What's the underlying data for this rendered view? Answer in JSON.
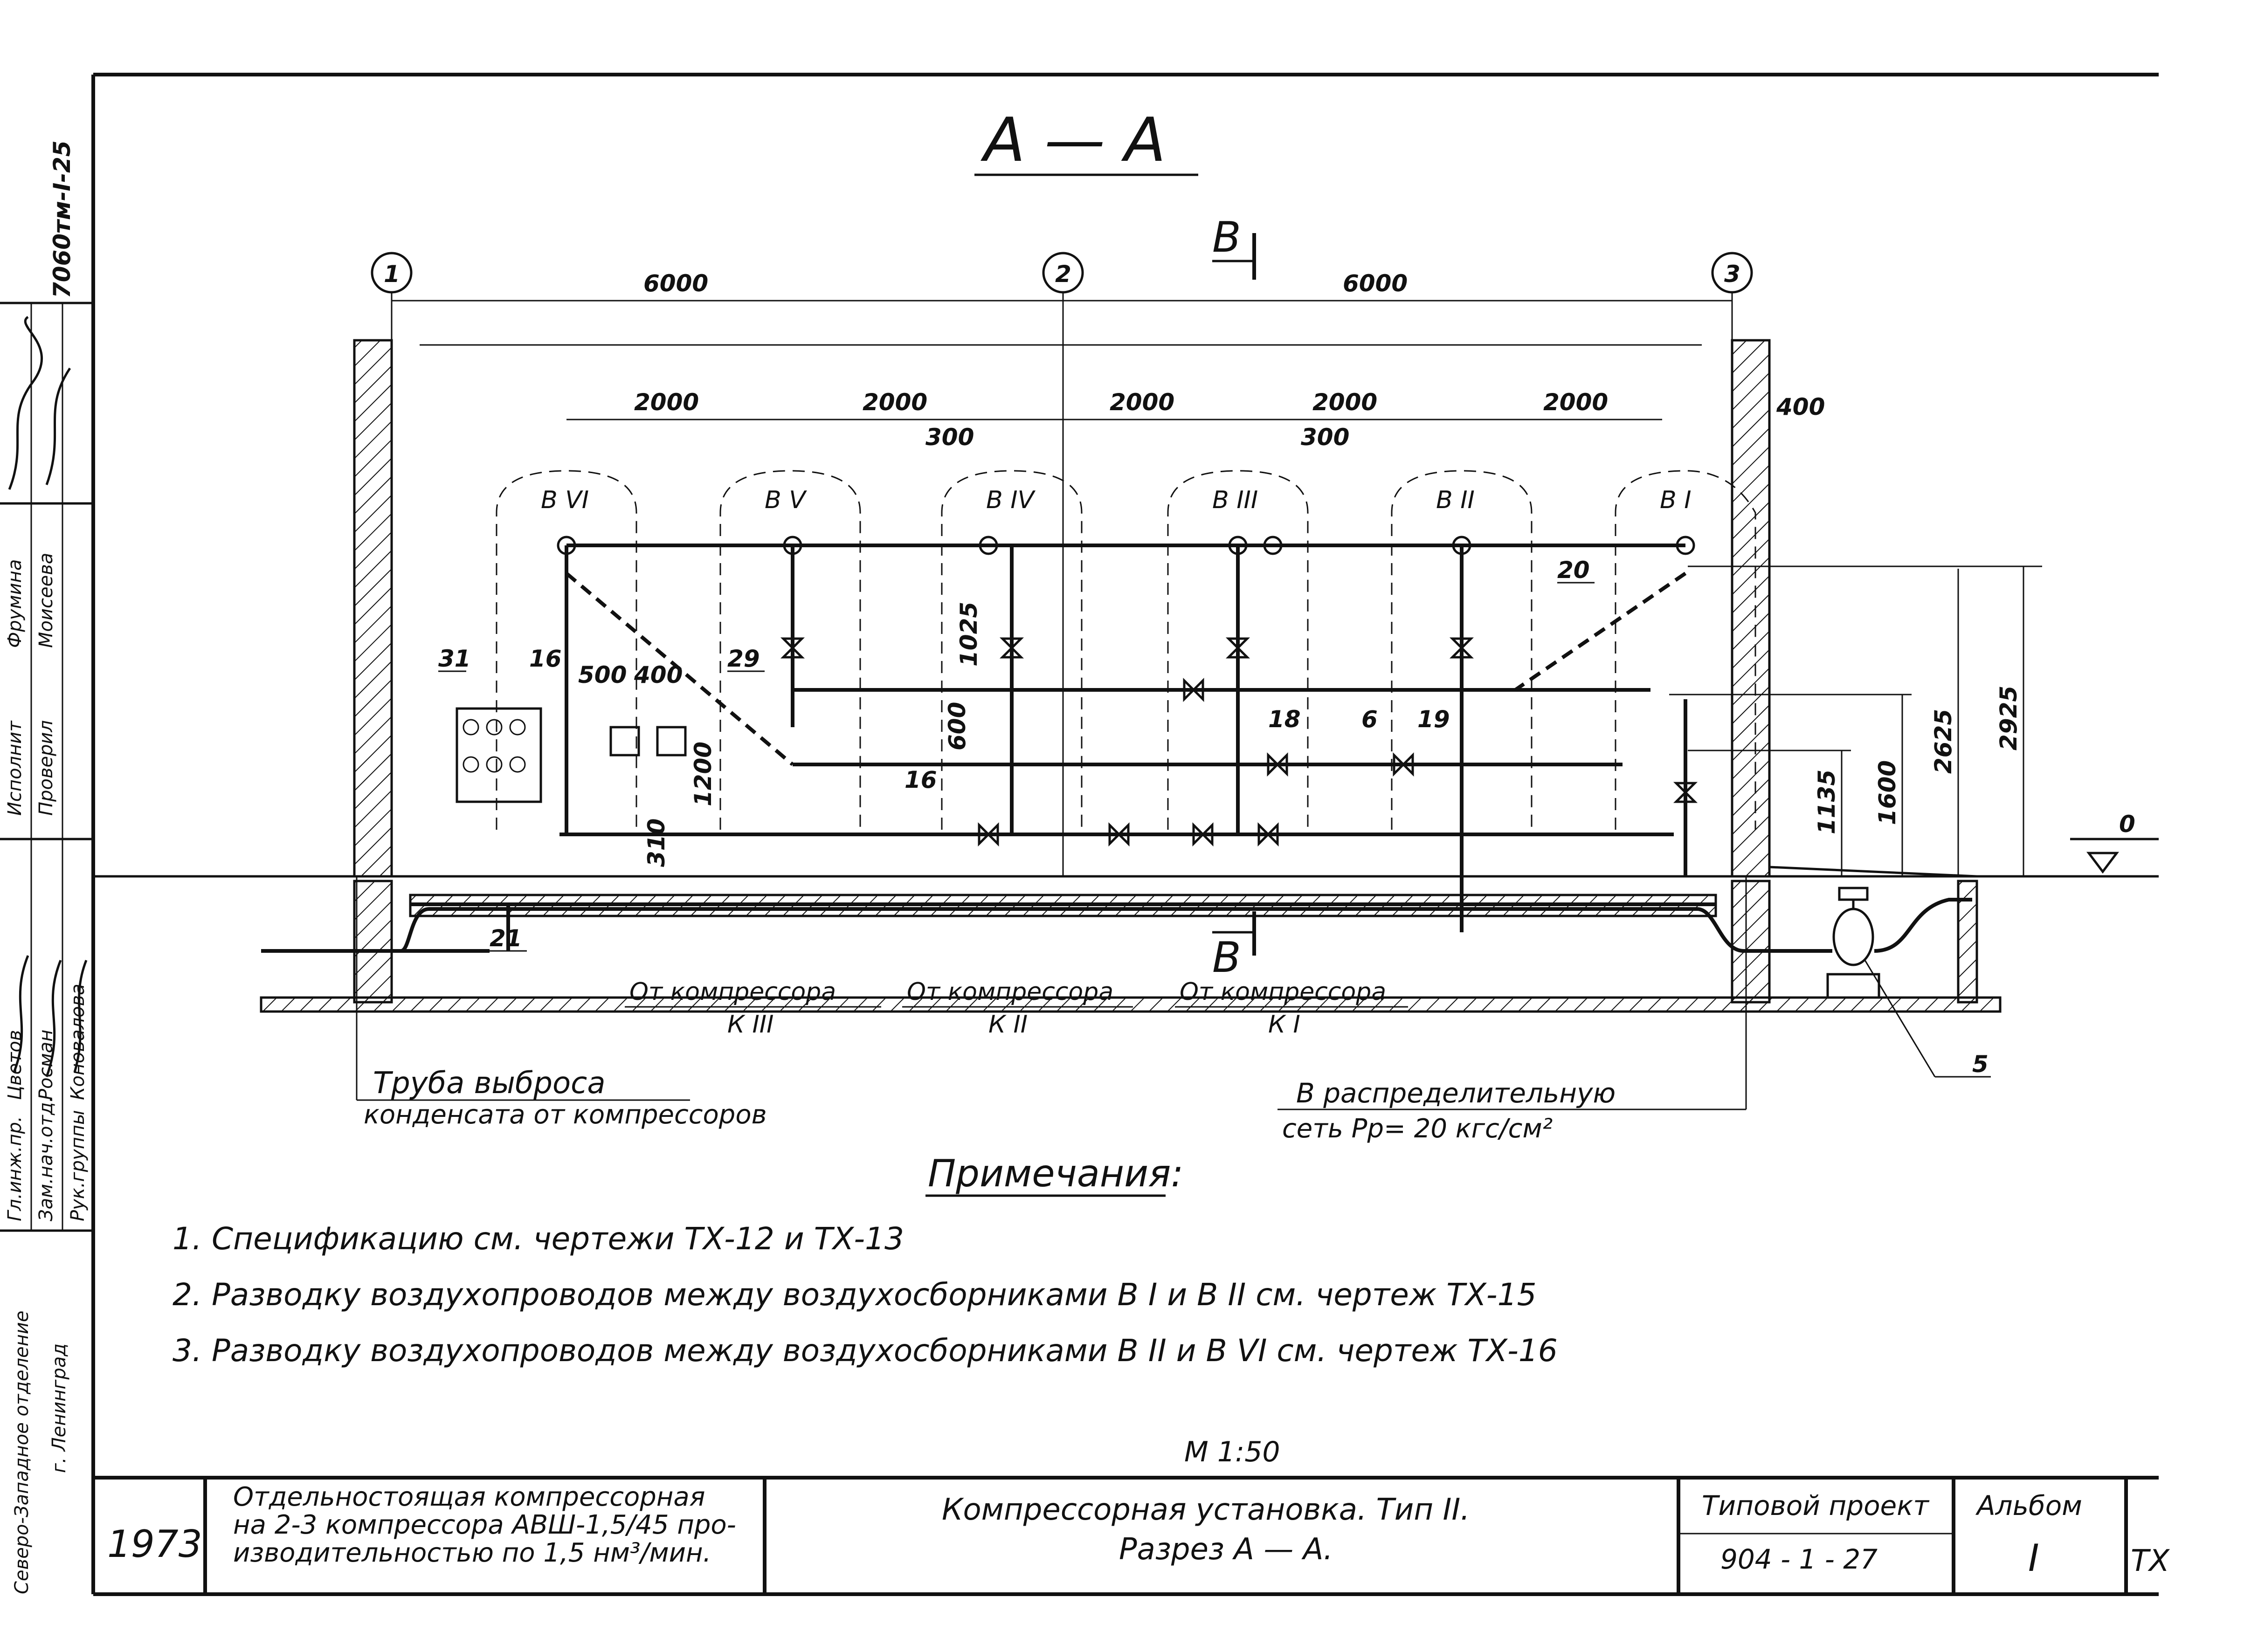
{
  "stamp": {
    "doc_code": "7060тм-I-25",
    "roles": [
      {
        "role": "Исполнит",
        "name": "Фрумина"
      },
      {
        "role": "Проверил",
        "name": "Моисеева"
      },
      {
        "role": "Гл.инж.пр.",
        "name": "Цветов"
      },
      {
        "role": "Зам.нач.отд.",
        "name": "Росман"
      },
      {
        "role": "Рук.группы",
        "name": "Коновалова"
      }
    ],
    "org": "Северо-Западное отделение",
    "city": "г. Ленинград"
  },
  "drawing": {
    "title": "А — А",
    "section_mark": "В",
    "axes": [
      "1",
      "2",
      "3"
    ],
    "spans": [
      "6000",
      "6000"
    ],
    "sub_spans": [
      "2000",
      "2000",
      "2000",
      "2000",
      "2000"
    ],
    "dims_small": [
      "300",
      "300",
      "400",
      "500",
      "400",
      "1025",
      "600",
      "1200",
      "310"
    ],
    "heights": [
      "1135",
      "1600",
      "2625",
      "2925"
    ],
    "level_mark": "0",
    "vessels": [
      "В VI",
      "В V",
      "В IV",
      "В III",
      "В II",
      "В I"
    ],
    "callouts": [
      "31",
      "16",
      "29",
      "20",
      "18",
      "6",
      "19",
      "16",
      "21",
      "5"
    ],
    "compressors": [
      {
        "label": "От компрессора",
        "id": "К III"
      },
      {
        "label": "От компрессора",
        "id": "К II"
      },
      {
        "label": "От компрессора",
        "id": "К I"
      }
    ],
    "drain_title": "Труба выброса",
    "drain_sub": "конденсата от компрессоров",
    "network_title": "В распределительную",
    "network_sub": "сеть Рр= 20 кгс/см²"
  },
  "notes": {
    "heading": "Примечания:",
    "items": [
      "1. Спецификацию см. чертежи ТХ-12 и ТХ-13",
      "2. Разводку воздухопроводов между воздухосборниками В I и В II см. чертеж ТХ-15",
      "3. Разводку воздухопроводов между воздухосборниками В II и В VI см. чертеж ТХ-16"
    ]
  },
  "scale": "М 1:50",
  "title_block": {
    "year": "1973",
    "project_desc_1": "Отдельностоящая компрессорная",
    "project_desc_2": "на 2-3 компрессора АВШ-1,5/45 про-",
    "project_desc_3": "изводительностью по 1,5 нм³/мин.",
    "sheet_title_1": "Компрессорная установка. Тип II.",
    "sheet_title_2": "Разрез А — А.",
    "typical_label": "Типовой проект",
    "typical_num": "904 - 1 - 27",
    "album_label": "Альбом",
    "album_num": "I",
    "sheet_code": "ТХ"
  }
}
